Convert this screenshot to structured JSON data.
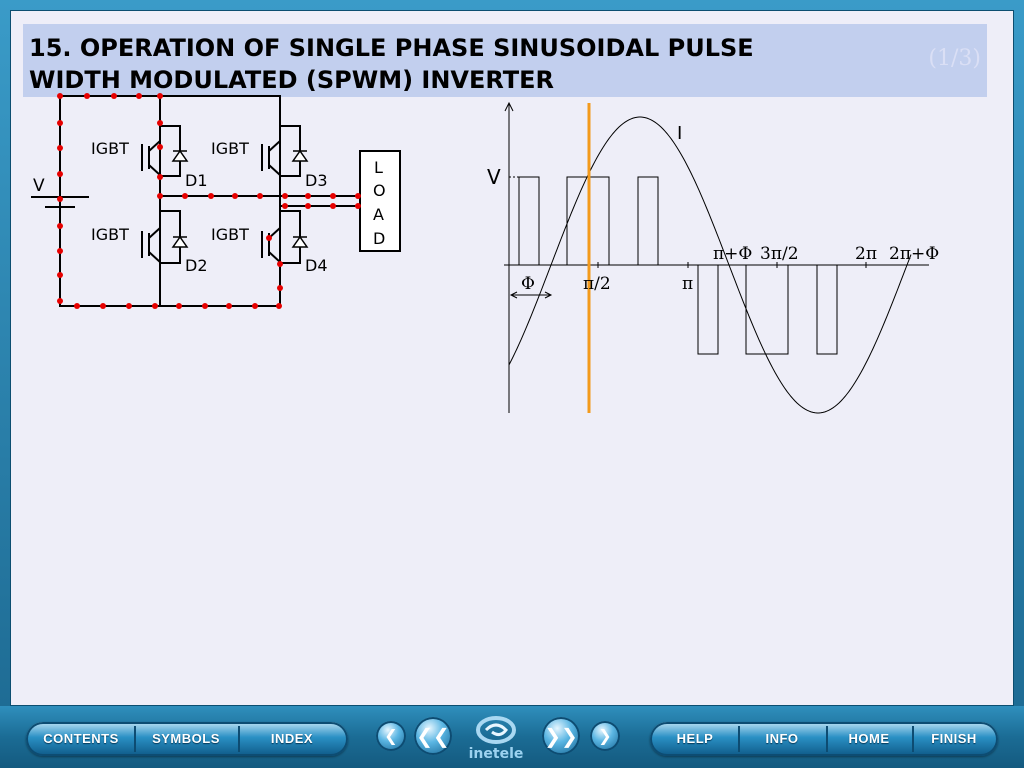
{
  "slide": {
    "title": "15. OPERATION OF SINGLE PHASE SINUSOIDAL PULSE\nWIDTH MODULATED (SPWM) INVERTER",
    "page_counter": "(1/3)"
  },
  "circuit": {
    "source_label": "V",
    "switches": [
      {
        "label": "IGBT",
        "diode": "D1"
      },
      {
        "label": "IGBT",
        "diode": "D3"
      },
      {
        "label": "IGBT",
        "diode": "D2"
      },
      {
        "label": "IGBT",
        "diode": "D4"
      }
    ],
    "load_letters": [
      "L",
      "O",
      "A",
      "D"
    ],
    "wire_color": "#000000",
    "current_dot_color": "#e60000"
  },
  "waveform": {
    "voltage_label": "V",
    "current_label": "I",
    "phase_label": "Φ",
    "tick_labels": [
      "π/2",
      "π",
      "π+Φ",
      "3π/2",
      "2π",
      "2π+Φ"
    ],
    "cursor_color": "#f39a1c"
  },
  "nav": {
    "contents": "CONTENTS",
    "symbols": "SYMBOLS",
    "index": "INDEX",
    "help": "HELP",
    "info": "INFO",
    "home": "HOME",
    "finish": "FINISH",
    "logo_text": "inetele"
  }
}
